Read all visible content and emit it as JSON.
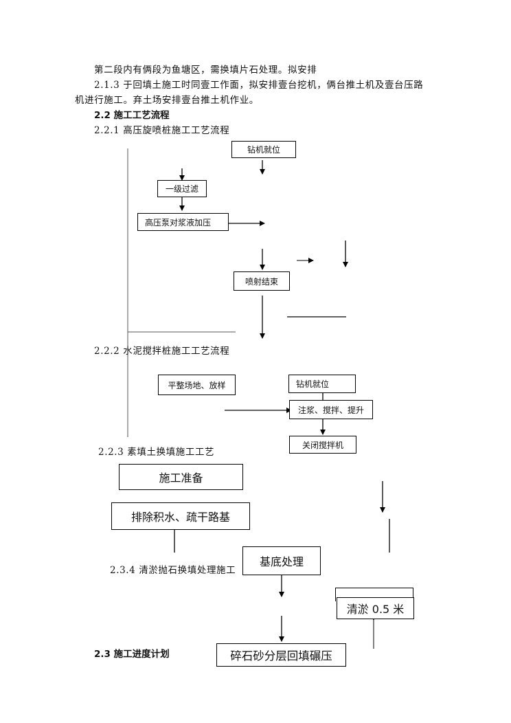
{
  "paragraphs": {
    "line1": "第二段内有俩段为鱼塘区，需换填片石处理。拟安排",
    "line2": "2.1.3 于回填土施工时同壹工作面，拟安排壹台挖机，俩台推土机及壹台压路",
    "line3": "机进行施工。弃土场安排壹台推土机作业。"
  },
  "headings": {
    "h22": "2.2 施工工艺流程",
    "h221": "2.2.1 高压旋喷桩施工工艺流程",
    "h222": "2.2.2 水泥搅拌桩施工工艺流程",
    "h223": "2.2.3 素填土换填施工工艺",
    "h234": "2.3.4 清淤抛石换填处理施工",
    "h23": "2.3 施工进度计划"
  },
  "flow_221": {
    "drill": "钻机就位",
    "filter": "一级过滤",
    "pump": "高压泵对浆液加压",
    "spray_end": "喷射结束"
  },
  "flow_222": {
    "level": "平整场地、放样",
    "drill": "钻机就位",
    "grout": "注浆、搅拌、提升",
    "close": "关闭搅拌机"
  },
  "flow_223": {
    "prepare": "施工准备",
    "drain": "排除积水、疏干路基",
    "base": "基底处理",
    "dredge": "清淤 0.5 米",
    "gravel": "碎石砂分层回填碾压"
  }
}
